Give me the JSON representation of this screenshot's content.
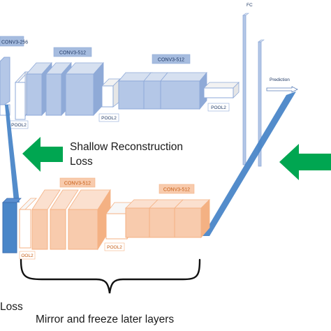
{
  "labels": {
    "conv_256": "CONV3-256",
    "conv_512_a": "CONV3-512",
    "conv_512_b": "CONV3-512",
    "pool_top_1": "POOL2",
    "pool_top_2": "POOL2",
    "pool_top_3": "POOL2",
    "fc": "FC",
    "prediction": "Prediction",
    "conv_512_bottom_a": "CONV3-512",
    "conv_512_bottom_b": "CONV3-512",
    "pool_bottom_1": "OOL2",
    "pool_bottom_2": "POOL2",
    "shallow_loss_line1": "Shallow Reconstruction",
    "shallow_loss_line2": "Loss",
    "left_loss": "Loss",
    "mirror_caption": "Mirror and freeze later layers"
  },
  "colors": {
    "encoder_fill": "#b4c7e7",
    "encoder_stroke": "#8ea9d8",
    "decoder_fill": "#f8cbad",
    "decoder_stroke": "#f4b183",
    "decoder_label_text": "#c55a11",
    "tag_fill": "#a6bcdf",
    "funnel_blue": "#4a86c8",
    "arrow_green": "#00a651"
  },
  "icons": {
    "shallow_loss_arrow": "green-left-arrow-icon",
    "right_loss_arrow": "green-left-arrow-icon",
    "mirror_brace": "curly-brace-icon"
  }
}
